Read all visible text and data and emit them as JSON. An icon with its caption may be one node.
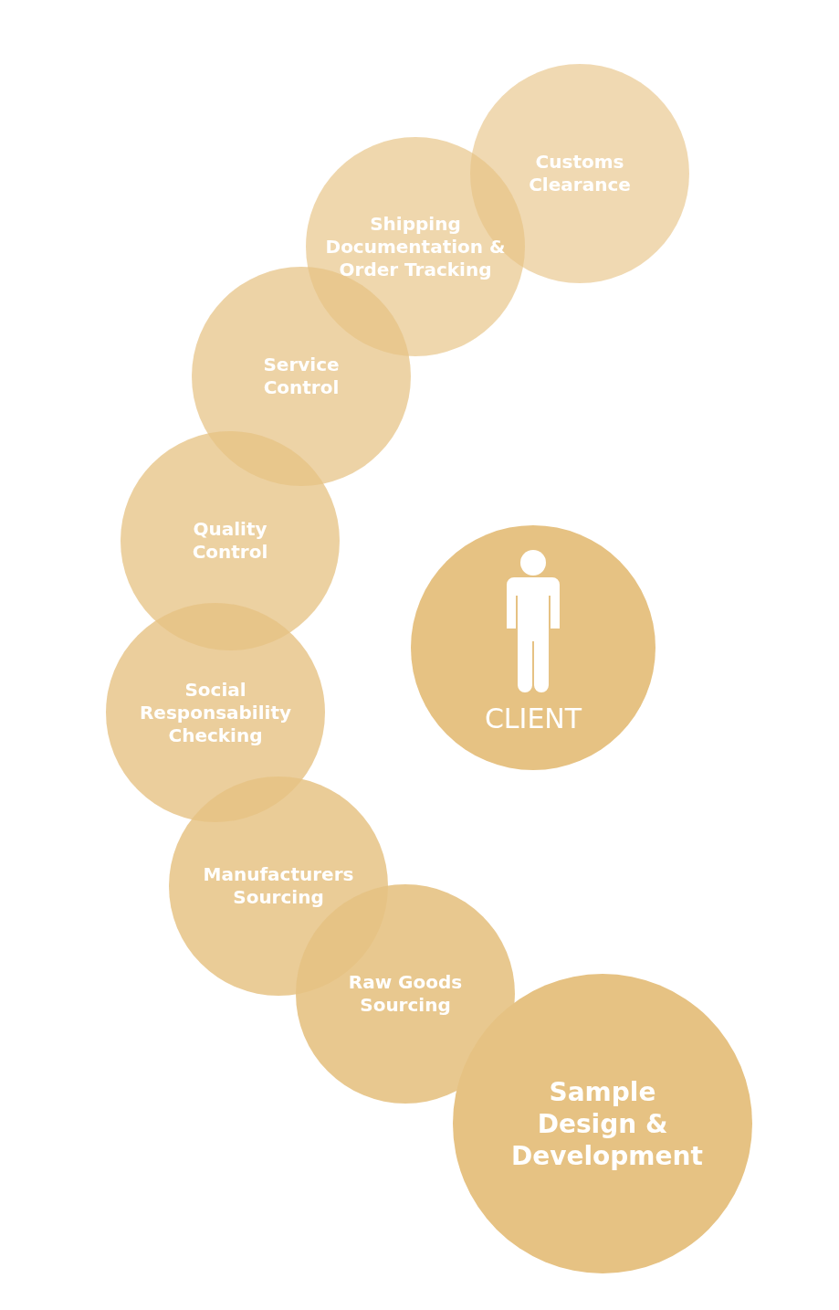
{
  "diagram": {
    "nodes": [
      {
        "text": [
          "Customs Clearance"
        ]
      },
      {
        "text": [
          "Shipping Documentation & Order Tracking"
        ]
      },
      {
        "text": [
          "Service Control"
        ]
      },
      {
        "text": [
          "Quality Control"
        ]
      },
      {
        "text": [
          "Social Responsability Checking"
        ]
      },
      {
        "text": [
          "Manufacturers Sourcing"
        ]
      },
      {
        "text": [
          "Raw Goods Sourcing"
        ]
      },
      {
        "text": [
          "Sample Design & Development"
        ]
      },
      {
        "text": [
          "CLIENT"
        ]
      }
    ]
  }
}
